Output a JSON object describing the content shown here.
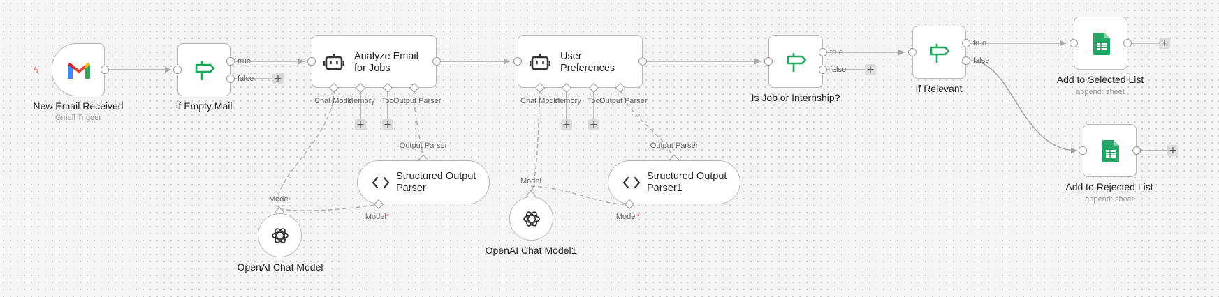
{
  "colors": {
    "accent_green": "#1ea65a",
    "edge": "#a8a8a8",
    "trigger": "#ff6d5a"
  },
  "nodes": {
    "gmail_trigger": {
      "title": "New Email Received",
      "subtitle": "Gmail Trigger",
      "icon": "gmail-icon"
    },
    "if_empty": {
      "title": "If Empty Mail",
      "icon": "signpost-icon",
      "out_true": "true",
      "out_false": "false"
    },
    "analyze": {
      "title_line1": "Analyze Email",
      "title_line2": "for Jobs",
      "icon": "robot-icon",
      "ports": [
        "Chat Model",
        "Memory",
        "Tool",
        "Output Parser"
      ]
    },
    "preferences": {
      "title_line1": "User",
      "title_line2": "Preferences",
      "icon": "robot-icon",
      "ports": [
        "Chat Model",
        "Memory",
        "Tool",
        "Output Parser"
      ]
    },
    "is_job": {
      "title": "Is Job or Internship?",
      "icon": "signpost-icon",
      "out_true": "true",
      "out_false": "false"
    },
    "if_relevant": {
      "title": "If Relevant",
      "icon": "signpost-icon",
      "out_true": "true",
      "out_false": "false"
    },
    "add_selected": {
      "title": "Add to Selected List",
      "subtitle": "append: sheet",
      "icon": "sheets-icon"
    },
    "add_rejected": {
      "title": "Add to Rejected List",
      "subtitle": "append: sheet",
      "icon": "sheets-icon"
    },
    "parser1": {
      "title_line1": "Structured Output",
      "title_line2": "Parser",
      "icon": "code-icon",
      "top_port": "Output Parser",
      "bottom_port": "Model",
      "required_mark": "*"
    },
    "parser2": {
      "title_line1": "Structured Output",
      "title_line2": "Parser1",
      "icon": "code-icon",
      "top_port": "Output Parser",
      "bottom_port": "Model",
      "required_mark": "*"
    },
    "openai1": {
      "title": "OpenAI Chat Model",
      "top_port": "Model",
      "icon": "openai-icon"
    },
    "openai2": {
      "title": "OpenAI Chat Model1",
      "top_port": "Model",
      "icon": "openai-icon"
    }
  },
  "plus_symbol": "+"
}
